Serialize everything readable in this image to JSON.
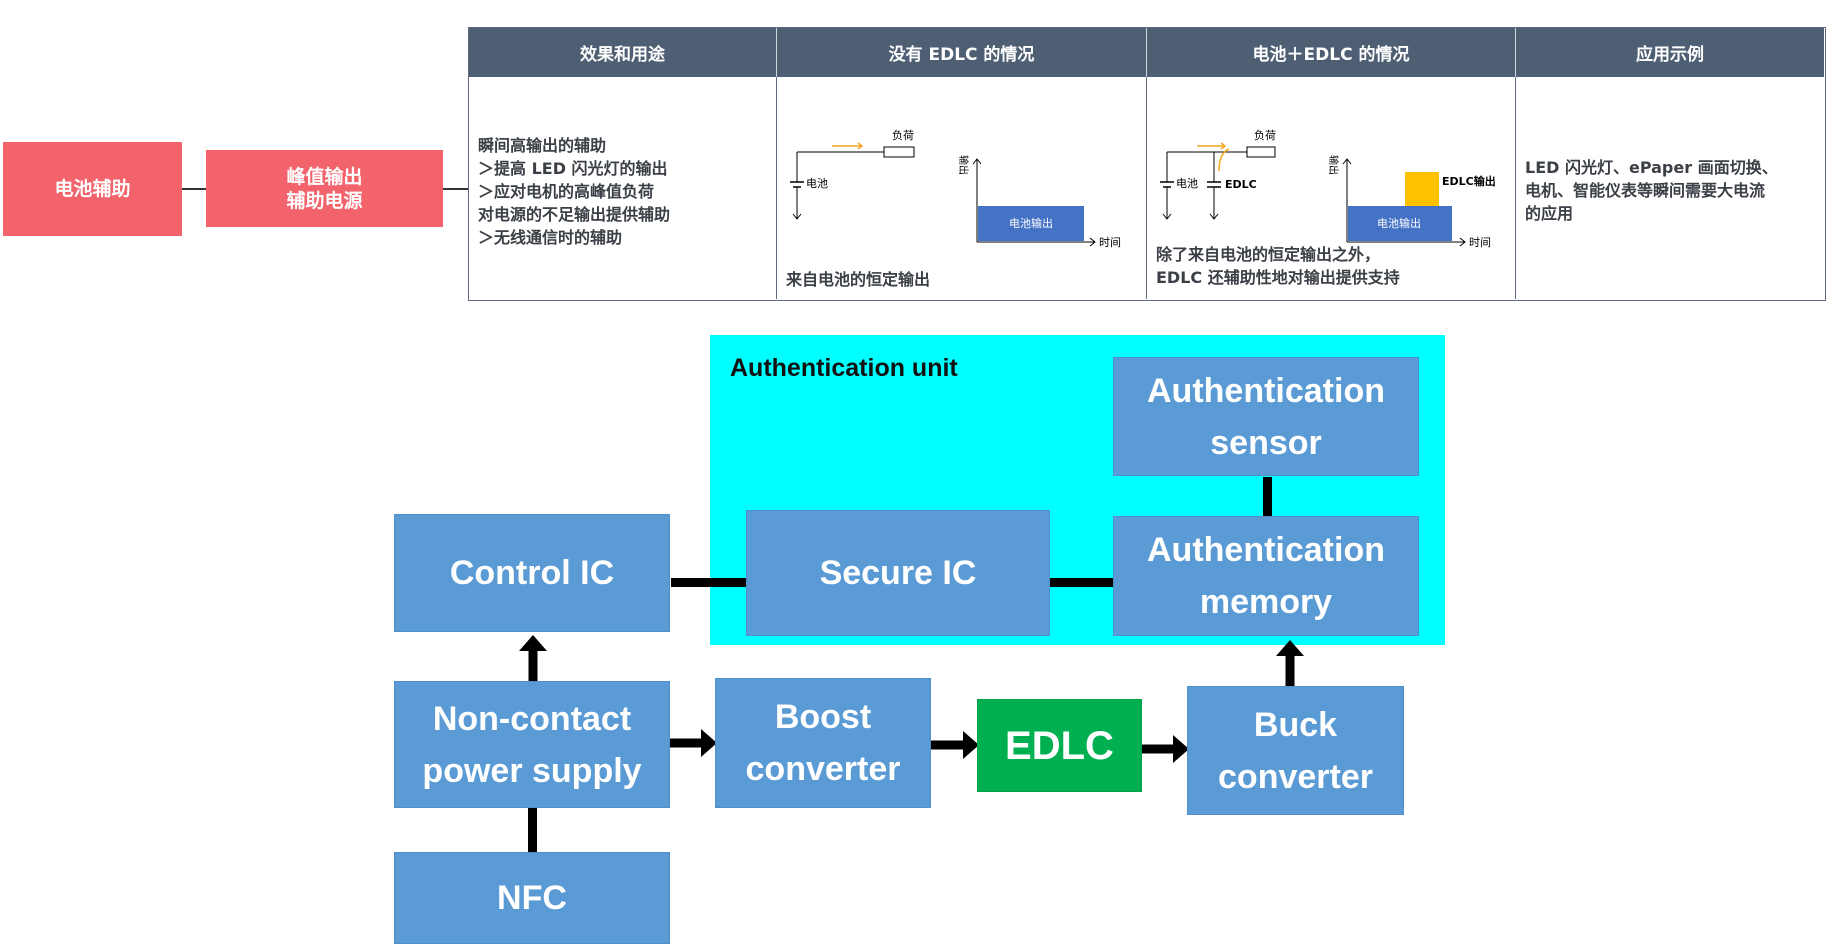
{
  "left": {
    "battery_assist": "电池辅助",
    "peak_output": [
      "峰值输出",
      "辅助电源"
    ]
  },
  "table": {
    "headers": [
      "效果和用途",
      "没有 EDLC 的情况",
      "电池＋EDLC 的情况",
      "应用示例"
    ],
    "col1_lines": [
      "瞬间高输出的辅助",
      "＞提高 LED 闪光灯的输出",
      "＞应对电机的高峰值负荷",
      "对电源的不足输出提供辅助",
      "＞无线通信时的辅助"
    ],
    "col2": {
      "load": "负荷",
      "battery": "电池",
      "output": "输出",
      "bar_label": "电池输出",
      "time": "时间",
      "caption": "来自电池的恒定输出"
    },
    "col3": {
      "load": "负荷",
      "battery": "电池",
      "edlc": "EDLC",
      "output": "输出",
      "edlc_out": "EDLC输出",
      "bar_label": "电池输出",
      "time": "时间",
      "caption": [
        "除了来自电池的恒定输出之外，",
        "EDLC 还辅助性地对输出提供支持"
      ]
    },
    "col4_lines": [
      "LED 闪光灯、ePaper 画面切换、",
      "电机、智能仪表等瞬间需要大电流",
      "的应用"
    ]
  },
  "diagram": {
    "unit_label": "Authentication unit",
    "auth_sensor": [
      "Authentication",
      "sensor"
    ],
    "auth_memory": [
      "Authentication",
      "memory"
    ],
    "secure_ic": "Secure IC",
    "control_ic": "Control IC",
    "non_contact": [
      "Non-contact",
      "power supply"
    ],
    "boost": [
      "Boost",
      "converter"
    ],
    "edlc": "EDLC",
    "buck": [
      "Buck",
      "converter"
    ],
    "nfc": "NFC"
  },
  "colors": {
    "red": "#f2636b",
    "header": "#4e5f74",
    "cyan": "#00ffff",
    "block": "#5b9bd5",
    "edlc_green": "#00b050",
    "orange": "#f5a623",
    "bar_blue": "#4472c4"
  }
}
